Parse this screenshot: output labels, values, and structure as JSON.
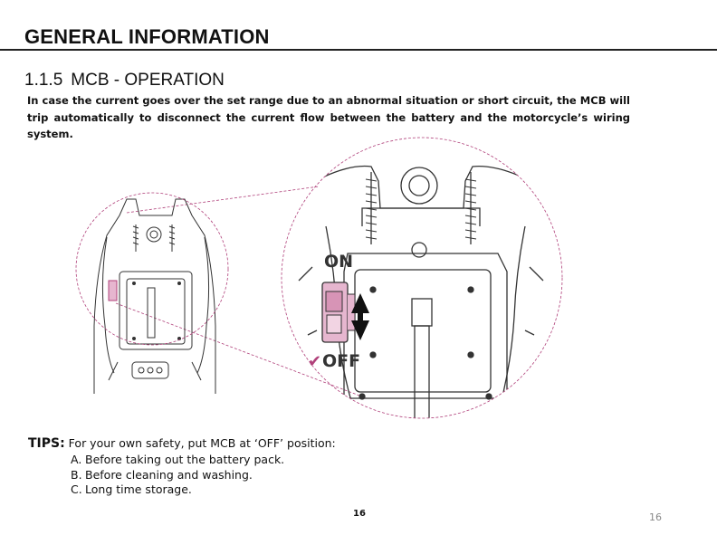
{
  "header": {
    "title": "GENERAL INFORMATION"
  },
  "section": {
    "number": "1.1.5",
    "title": "MCB - OPERATION"
  },
  "body_text": "In case the current goes over the set range due to an abnormal situation or short circuit, the MCB will trip automatically to disconnect the current flow between the battery and the motorcycle’s wiring system.",
  "figure": {
    "on_label": "ON",
    "off_label": "OFF",
    "check_mark": "✔",
    "accent_color": "#b0407a",
    "highlight_color": "#e6b6cf"
  },
  "tips": {
    "label": "TIPS:",
    "intro": " For your own safety, put MCB at ‘OFF’ position:",
    "items": [
      {
        "letter": "A.",
        "text": "Before taking out the battery pack."
      },
      {
        "letter": "B.",
        "text": "Before cleaning and washing."
      },
      {
        "letter": "C.",
        "text": "Long time storage."
      }
    ]
  },
  "page": {
    "number_center": "16",
    "number_right": "16"
  }
}
